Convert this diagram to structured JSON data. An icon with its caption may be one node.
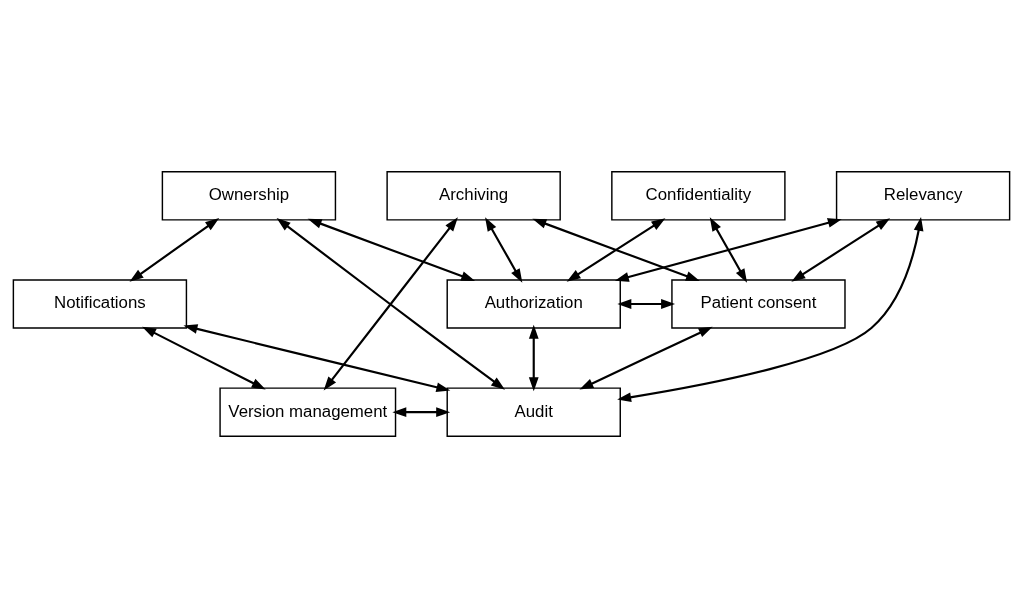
{
  "diagram": {
    "nodes": [
      {
        "text": [
          "Confidentiality"
        ]
      },
      {
        "text": [
          "Relevancy"
        ]
      },
      {
        "text": [
          "Ownership"
        ]
      },
      {
        "text": [
          "Archiving"
        ]
      },
      {
        "text": [
          "Authorization"
        ]
      },
      {
        "text": [
          "Notifications"
        ]
      },
      {
        "text": [
          "Patient consent"
        ]
      },
      {
        "text": [
          "Version management"
        ]
      },
      {
        "text": [
          "Audit"
        ]
      }
    ],
    "edges": [
      {
        "from": 0,
        "to": 6,
        "arrow": "both"
      },
      {
        "from": 0,
        "to": 4,
        "arrow": "both"
      },
      {
        "from": 1,
        "to": 4,
        "arrow": "both"
      },
      {
        "from": 1,
        "to": 6,
        "arrow": "both"
      },
      {
        "from": 1,
        "to": 8,
        "arrow": "both"
      },
      {
        "from": 2,
        "to": 4,
        "arrow": "both"
      },
      {
        "from": 2,
        "to": 5,
        "arrow": "both"
      },
      {
        "from": 2,
        "to": 8,
        "arrow": "both"
      },
      {
        "from": 3,
        "to": 4,
        "arrow": "both"
      },
      {
        "from": 3,
        "to": 7,
        "arrow": "both"
      },
      {
        "from": 3,
        "to": 6,
        "arrow": "both"
      },
      {
        "from": 4,
        "to": 6,
        "arrow": "both"
      },
      {
        "from": 4,
        "to": 8,
        "arrow": "both"
      },
      {
        "from": 5,
        "to": 7,
        "arrow": "both"
      },
      {
        "from": 5,
        "to": 8,
        "arrow": "both"
      },
      {
        "from": 7,
        "to": 8,
        "arrow": "both"
      },
      {
        "from": 6,
        "to": 8,
        "arrow": "both"
      }
    ]
  }
}
